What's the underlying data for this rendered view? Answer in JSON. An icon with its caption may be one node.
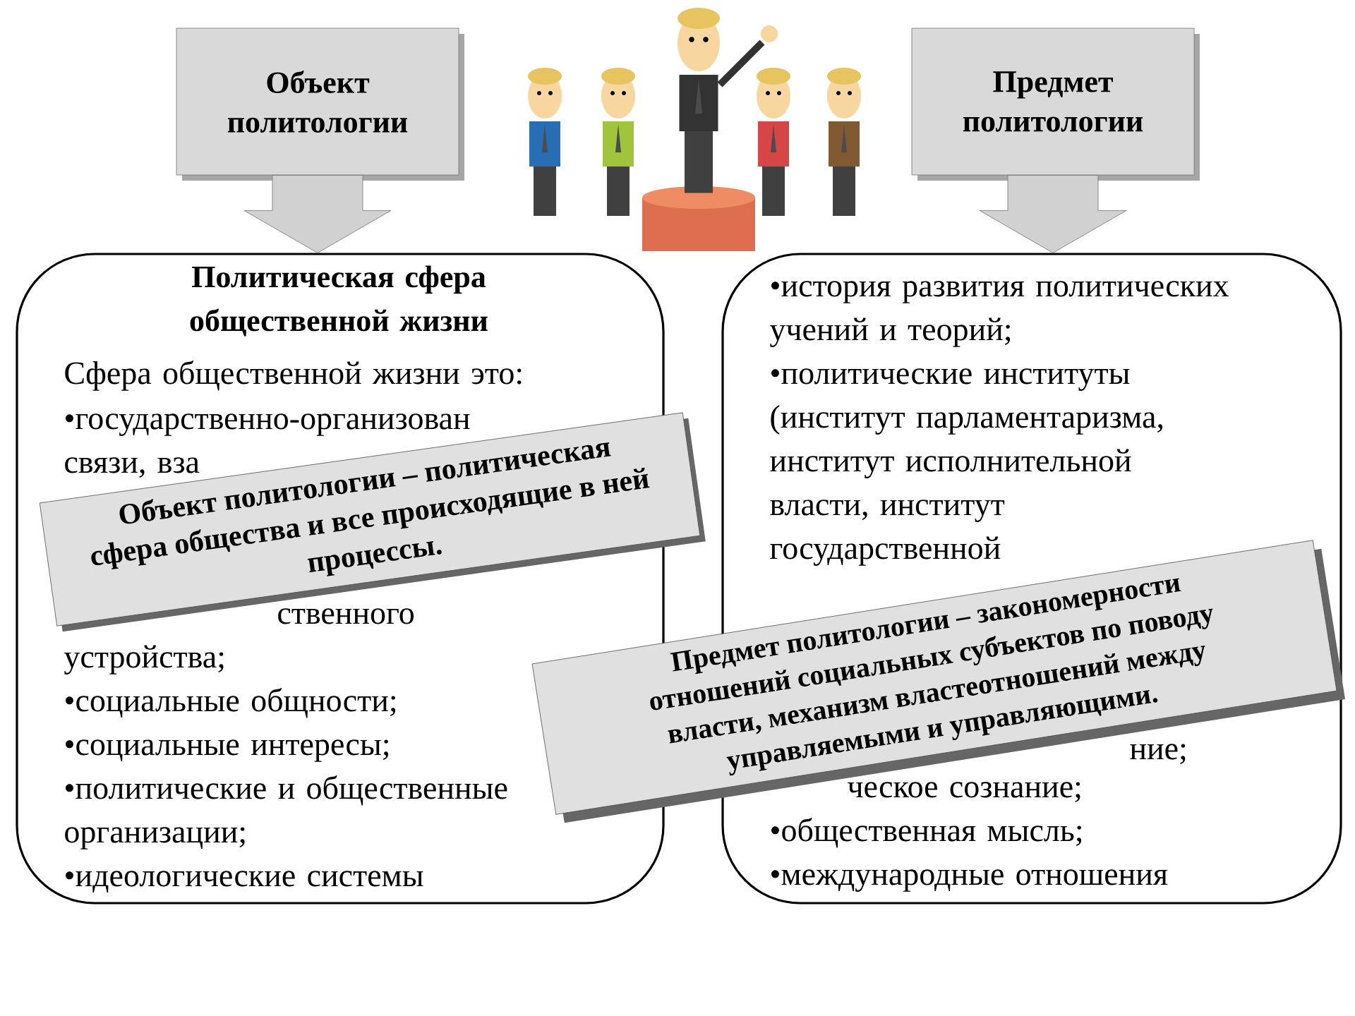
{
  "diagram": {
    "nodes": [
      {
        "text": [
          "Объект политологии"
        ]
      },
      {
        "text": [
          "Предмет политологии"
        ]
      },
      {
        "text": [
          "Политическая сфера общественной жизни",
          "Сфера общественной жизни это:",
          "•государственно-организован",
          "связи, вза",
          "ственного",
          "устройства;",
          "•социальные общности;",
          "•социальные интересы;",
          "•политические и общественные организации;",
          "•идеологические системы"
        ]
      },
      {
        "text": [
          "•история развития политических учений и теорий;",
          "•политические институты (институт парламентаризма, институт исполнительной власти, институт государственной",
          "ние;",
          "ческое сознание;",
          "•общественная мысль;",
          "•международные отношения"
        ]
      },
      {
        "text": [
          "Объект политологии – политическая сфера общества и все происходящие в ней процессы."
        ]
      },
      {
        "text": [
          "Предмет политологии – закономерности отношений социальных субъектов по поводу власти, механизм властеотношений между управляемыми и управляющими."
        ]
      }
    ],
    "edges": [
      {
        "from": 0,
        "to": 2,
        "arrow": "to"
      },
      {
        "from": 1,
        "to": 3,
        "arrow": "to"
      }
    ]
  }
}
